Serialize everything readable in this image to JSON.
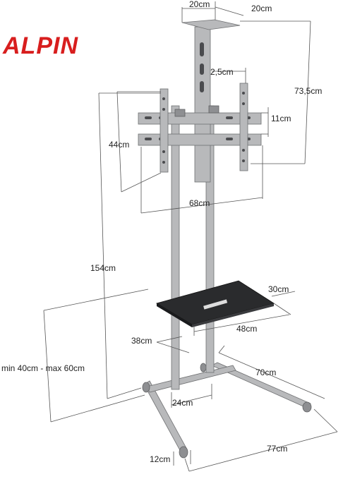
{
  "logo": {
    "text": "ALPIN",
    "color": "#d81e1e"
  },
  "dimensions": {
    "top_plate_left": "20cm",
    "top_plate_right": "20cm",
    "pole_gap": "2,5cm",
    "total_top_height": "73,5cm",
    "bracket_offset": "11cm",
    "vesa_height": "44cm",
    "vesa_width": "68cm",
    "total_height": "154cm",
    "shelf_depth": "30cm",
    "shelf_width": "48cm",
    "shelf_height_range": "min 40cm - max 60cm",
    "base_inner_depth": "38cm",
    "base_leg_length": "70cm",
    "pole_spacing": "24cm",
    "base_width": "77cm",
    "wheel_size": "12cm"
  },
  "colors": {
    "metal": "#b8b9bb",
    "shelf": "#2a2b2d",
    "dimension_line": "#555555"
  }
}
